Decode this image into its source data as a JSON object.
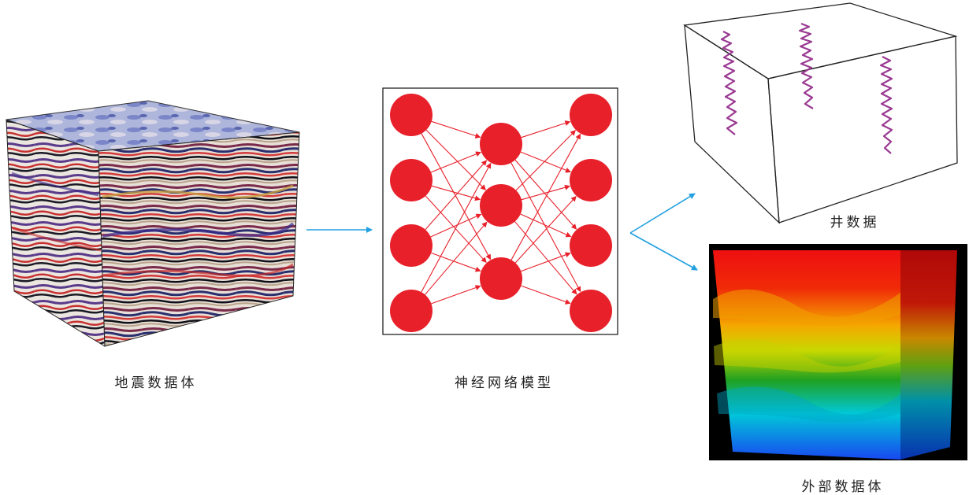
{
  "captions": {
    "seismic": "地震数据体",
    "neural_network": "神经网络模型",
    "well": "井数据",
    "external": "外部数据体"
  }
}
